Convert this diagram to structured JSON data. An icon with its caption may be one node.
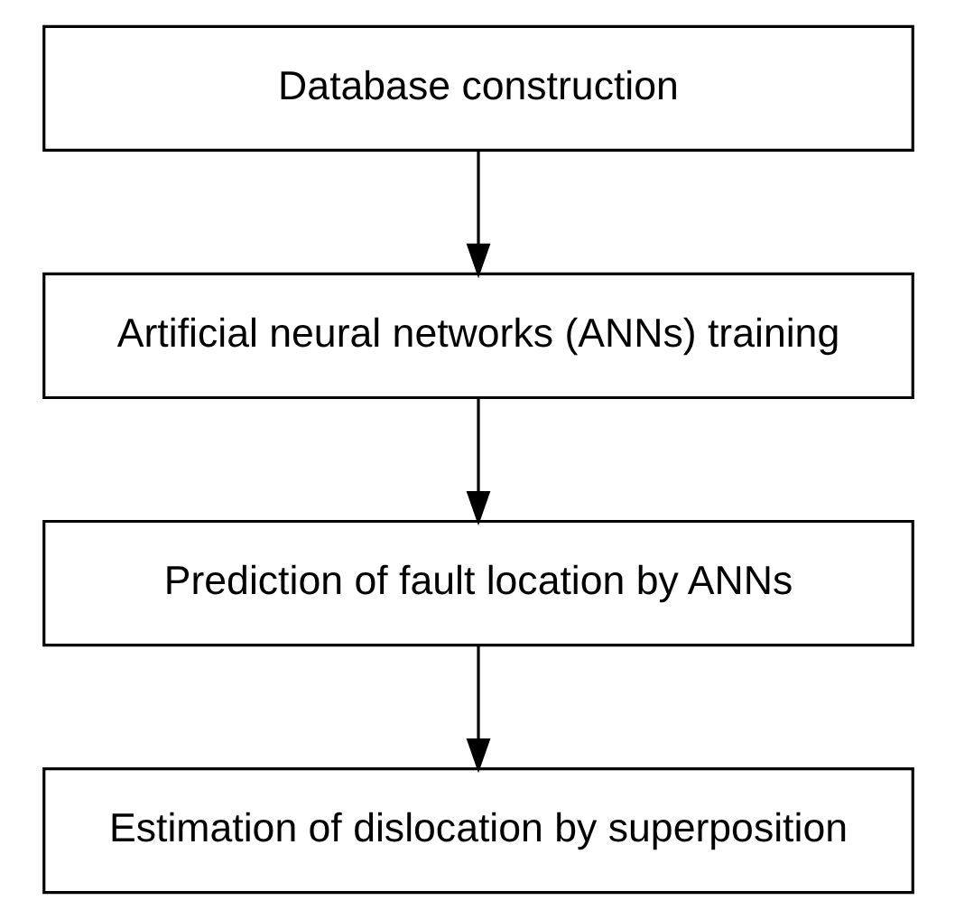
{
  "diagram": {
    "nodes": [
      {
        "text": [
          "Database construction"
        ]
      },
      {
        "text": [
          "Artificial neural networks (ANNs) training"
        ]
      },
      {
        "text": [
          "Prediction of fault location by ANNs"
        ]
      },
      {
        "text": [
          "Estimation of dislocation by superposition"
        ]
      }
    ],
    "edges": [
      {
        "from": 0,
        "to": 1,
        "arrow": "to"
      },
      {
        "from": 1,
        "to": 2,
        "arrow": "to"
      },
      {
        "from": 2,
        "to": 3,
        "arrow": "to"
      }
    ]
  }
}
